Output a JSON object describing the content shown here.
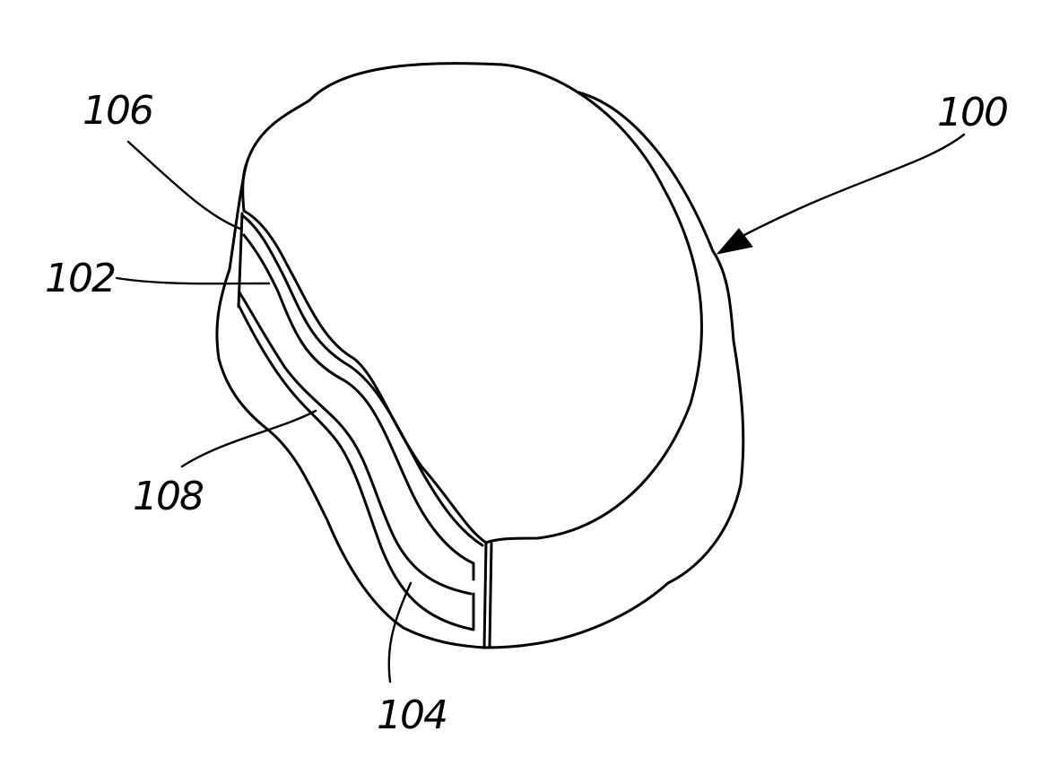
{
  "figure": {
    "labels": {
      "assembly": "100",
      "layer_102": "102",
      "layer_104": "104",
      "layer_106": "106",
      "layer_108": "108"
    },
    "colors": {
      "line": "#000000",
      "background": "#ffffff"
    }
  }
}
